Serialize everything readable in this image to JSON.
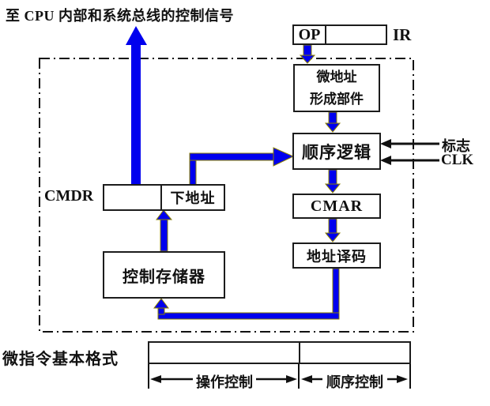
{
  "diagram": {
    "title": "至 CPU 内部和系统总线的控制信号",
    "ir": {
      "op": "OP",
      "label": "IR"
    },
    "boxes": {
      "micro_address_former_line1": "微地址",
      "micro_address_former_line2": "形成部件",
      "sequence_logic": "顺序逻辑",
      "cmar": "CMAR",
      "address_decoder": "地址译码",
      "control_memory": "控制存储器"
    },
    "cmdr": {
      "label": "CMDR",
      "next_address": "下地址"
    },
    "inputs": {
      "flag": "标志",
      "clk": "CLK"
    },
    "format": {
      "title": "微指令基本格式",
      "fields": {
        "operation": "操作控制",
        "sequence": "顺序控制"
      }
    },
    "colors": {
      "arrow_blue": "#0000ee",
      "arrow_outline": "#8b8000",
      "line_black": "#111111"
    }
  }
}
